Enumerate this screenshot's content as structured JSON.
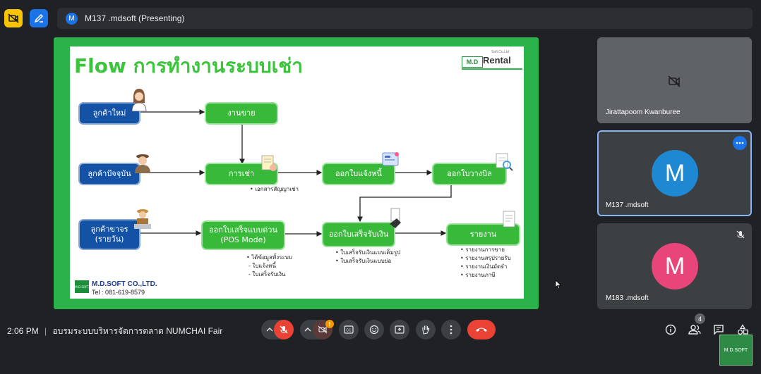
{
  "presenter": {
    "avatar_letter": "M",
    "label": "M137 .mdsoft (Presenting)"
  },
  "slide": {
    "title": "Flow การทำงานระบบเช่า",
    "logo": {
      "small": "Soft Co.Ltd",
      "badge": "M.D",
      "brand": "Rental"
    },
    "nodes": {
      "new_customer": "ลูกค้าใหม่",
      "current_customer": "ลูกค้าปัจจุบัน",
      "walkin_customer_line1": "ลูกค้าขาจร",
      "walkin_customer_line2": "(รายวัน)",
      "sales": "งานขาย",
      "rental": "การเช่า",
      "invoice": "ออกใบแจ้งหนี้",
      "billing": "ออกใบวางบิล",
      "quick_receipt_line1": "ออกใบเสร็จแบบด่วน",
      "quick_receipt_line2": "(POS Mode)",
      "receipt": "ออกใบเสร็จรับเงิน",
      "report": "รายงาน"
    },
    "notes": {
      "rental": [
        "• เอกสารสัญญาเช่า"
      ],
      "quick": [
        "• ได้ข้อมูลทั้งระบบ",
        "- ใบแจ้งหนี้",
        "- ใบเสร็จรับเงิน"
      ],
      "receipt": [
        "• ใบเสร็จรับเงินแบบเต็มรูป",
        "• ใบเสร็จรับเงินแบบย่อ"
      ],
      "report": [
        "• รายงานการขาย",
        "• รายงานสรุปรายรับ",
        "• รายงานเงินมัดจำ",
        "• รายงานภาษี"
      ]
    },
    "footer": {
      "logo_text": "M.D.SOFT",
      "company": "M.D.SOFT CO.,LTD.",
      "tel": "Tel : 081-619-8579"
    }
  },
  "participants": [
    {
      "name": "Jirattapoom Kwanburee",
      "camera": "off",
      "avatar": ""
    },
    {
      "name": "M137 .mdsoft",
      "avatar": "M",
      "color": "#1e88d3",
      "active": true
    },
    {
      "name": "M183 .mdsoft",
      "avatar": "M",
      "color": "#e8457a",
      "muted": true
    }
  ],
  "bottom_bar": {
    "time": "2:06 PM",
    "separator": "|",
    "meeting_title": "อบรมระบบบริหารจัดการตลาด NUMCHAI Fair",
    "camera_alert_badge": "!",
    "people_count": "4",
    "corner_logo": "M.D.SOFT"
  },
  "colors": {
    "background": "#202124",
    "slide_green": "#2bb24a",
    "node_blue": "#1452a6",
    "node_green": "#39b93a",
    "end_call_red": "#ea4335"
  }
}
